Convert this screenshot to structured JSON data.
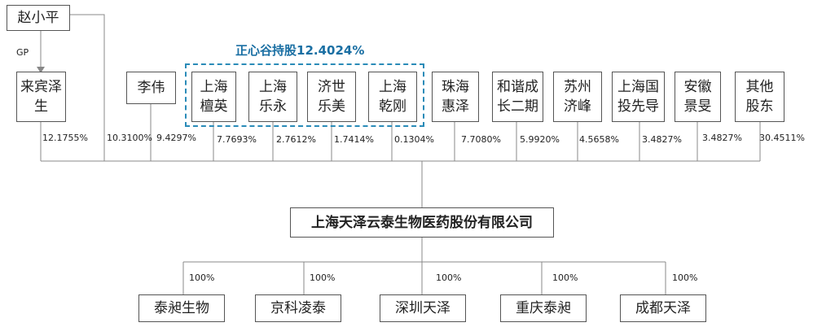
{
  "top_holder": {
    "name": "赵小平",
    "gp_label": "GP"
  },
  "group": {
    "title_prefix": "正心谷持股",
    "title_pct": "12.4024%"
  },
  "shareholders": [
    {
      "name_line1": "来宾泽",
      "name_line2": "生",
      "pct": "12.1755%"
    },
    {
      "name_line1": "李伟",
      "name_line2": "",
      "pct": "10.3100%"
    },
    {
      "name_line1": "上海",
      "name_line2": "檀英",
      "pct": "9.4297%"
    },
    {
      "name_line1": "上海",
      "name_line2": "乐永",
      "pct": "7.7693%"
    },
    {
      "name_line1": "济世",
      "name_line2": "乐美",
      "pct": "2.7612%"
    },
    {
      "name_line1": "上海",
      "name_line2": "乾刚",
      "pct": "1.7414%"
    },
    {
      "name_line1": "珠海",
      "name_line2": "惠泽",
      "pct": "0.1304%"
    },
    {
      "name_line1": "和谐成",
      "name_line2": "长二期",
      "pct": "7.7080%"
    },
    {
      "name_line1": "苏州",
      "name_line2": "济峰",
      "pct": "5.9920%"
    },
    {
      "name_line1": "上海国",
      "name_line2": "投先导",
      "pct": "4.5658%"
    },
    {
      "name_line1": "安徽",
      "name_line2": "景旻",
      "pct": "3.4827%"
    },
    {
      "name_line1": "其他",
      "name_line2": "股东",
      "pct": "3.4827%"
    }
  ],
  "extra_pct": "30.4511%",
  "company": {
    "name": "上海天泽云泰生物医药股份有限公司"
  },
  "subsidiaries": [
    {
      "name": "泰昶生物",
      "pct": "100%"
    },
    {
      "name": "京科凌泰",
      "pct": "100%"
    },
    {
      "name": "深圳天泽",
      "pct": "100%"
    },
    {
      "name": "重庆泰昶",
      "pct": "100%"
    },
    {
      "name": "成都天泽",
      "pct": "100%"
    }
  ],
  "colors": {
    "accent": "#2a8bb8",
    "title": "#1a6fa3",
    "line": "#888888"
  }
}
